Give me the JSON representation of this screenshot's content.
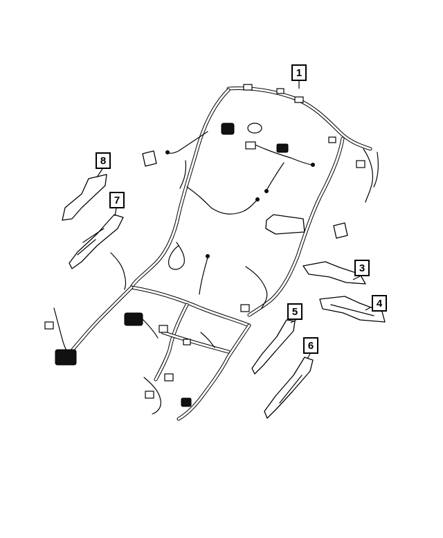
{
  "colors": {
    "line": "#000000",
    "background": "#ffffff"
  },
  "callouts": [
    {
      "id": "1",
      "label": "1"
    },
    {
      "id": "2",
      "label": "3"
    },
    {
      "id": "3",
      "label": "4"
    },
    {
      "id": "4",
      "label": "5"
    },
    {
      "id": "5",
      "label": "6"
    },
    {
      "id": "6",
      "label": "7"
    },
    {
      "id": "7",
      "label": "8"
    }
  ]
}
